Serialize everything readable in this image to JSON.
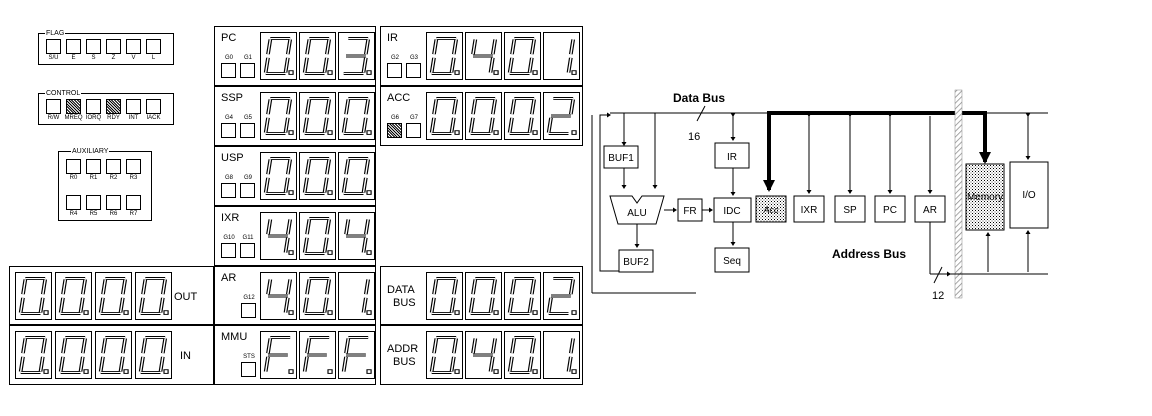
{
  "flag": {
    "title": "FLAG",
    "bits": [
      "S/U",
      "E",
      "S",
      "Z",
      "V",
      "L"
    ],
    "on": []
  },
  "control": {
    "title": "CONTROL",
    "bits": [
      "R/W",
      "MREQ",
      "IORQ",
      "RDY",
      "INT",
      "IACK"
    ],
    "on": [
      1,
      3
    ]
  },
  "auxiliary": {
    "title": "AUXILIARY",
    "row1": [
      "R0",
      "R1",
      "R2",
      "R3"
    ],
    "row2": [
      "R4",
      "R5",
      "R6",
      "R7"
    ]
  },
  "registers": {
    "pc": {
      "label": "PC",
      "gates": [
        "G0",
        "G1"
      ],
      "digits": [
        "0.",
        "0.",
        "3."
      ],
      "on": []
    },
    "ssp": {
      "label": "SSP",
      "gates": [
        "G4",
        "G5"
      ],
      "digits": [
        "0.",
        "0.",
        "0."
      ],
      "on": []
    },
    "usp": {
      "label": "USP",
      "gates": [
        "G8",
        "G9"
      ],
      "digits": [
        "0.",
        "0.",
        "0."
      ],
      "on": []
    },
    "ixr": {
      "label": "IXR",
      "gates": [
        "G10",
        "G11"
      ],
      "digits": [
        "4.",
        "0.",
        "4."
      ],
      "on": []
    },
    "ar": {
      "label": "AR",
      "gates": [
        "G12"
      ],
      "digits": [
        "4.",
        "0.",
        "1."
      ],
      "on": []
    },
    "mmu": {
      "label": "MMU",
      "gates": [
        "STS"
      ],
      "digits": [
        "F.",
        "F.",
        "F."
      ],
      "on": []
    },
    "ir": {
      "label": "IR",
      "gates": [
        "G2",
        "G3"
      ],
      "digits": [
        "0.",
        "4.",
        "0.",
        "1."
      ],
      "on": []
    },
    "acc": {
      "label": "ACC",
      "gates": [
        "G6",
        "G7"
      ],
      "digits": [
        "0.",
        "0.",
        "0.",
        "2."
      ],
      "on": [
        0
      ]
    },
    "databus": {
      "label1": "DATA",
      "label2": "BUS",
      "digits": [
        "0.",
        "0.",
        "0.",
        "2."
      ]
    },
    "addrbus": {
      "label1": "ADDR",
      "label2": "BUS",
      "digits": [
        "0.",
        "4.",
        "0.",
        "1."
      ]
    }
  },
  "out": {
    "label": "OUT",
    "digits": [
      "0.",
      "0.",
      "0.",
      "0."
    ]
  },
  "in": {
    "label": "IN",
    "digits": [
      "0.",
      "0.",
      "0.",
      "0."
    ]
  },
  "diagram": {
    "data_bus": "Data Bus",
    "data_width": "16",
    "address_bus": "Address Bus",
    "addr_width": "12",
    "blocks": {
      "buf1": "BUF1",
      "buf2": "BUF2",
      "alu": "ALU",
      "fr": "FR",
      "ir": "IR",
      "idc": "IDC",
      "seq": "Seq",
      "acc": "Acc",
      "ixr": "IXR",
      "sp": "SP",
      "pc": "PC",
      "ar": "AR",
      "memory": "Memory",
      "io": "I/O"
    }
  }
}
